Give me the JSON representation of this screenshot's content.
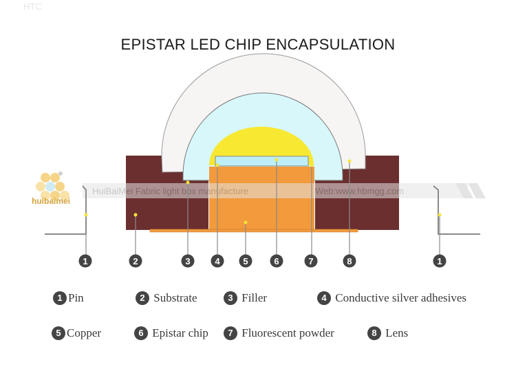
{
  "corner_mark": "HTC",
  "title": "EPISTAR LED CHIP ENCAPSULATION",
  "watermark": {
    "logo_text": "huibaimei",
    "banner_left": "HuiBaiMei Fabric light box manufacture",
    "banner_right": "Web:www.hbmgg.com"
  },
  "colors": {
    "substrate": "#6b2f2f",
    "filler": "#f5f3f3",
    "lens": "#d8f7fb",
    "copper": "#f29a3c",
    "chip": "#bdeef7",
    "phosphor": "#f7e832",
    "callout_dot": "#f5e53a",
    "number_badge": "#444444",
    "logo": "#d4a23a"
  },
  "callout_numbers": [
    "1",
    "2",
    "3",
    "4",
    "5",
    "6",
    "7",
    "8",
    "1"
  ],
  "legend": [
    {
      "num": "1",
      "label": "Pin"
    },
    {
      "num": "2",
      "label": "Substrate"
    },
    {
      "num": "3",
      "label": "Filler"
    },
    {
      "num": "4",
      "label": "Conductive silver adhesives"
    },
    {
      "num": "5",
      "label": "Copper"
    },
    {
      "num": "6",
      "label": "Epistar chip"
    },
    {
      "num": "7",
      "label": "Fluorescent powder"
    },
    {
      "num": "8",
      "label": "Lens"
    }
  ]
}
